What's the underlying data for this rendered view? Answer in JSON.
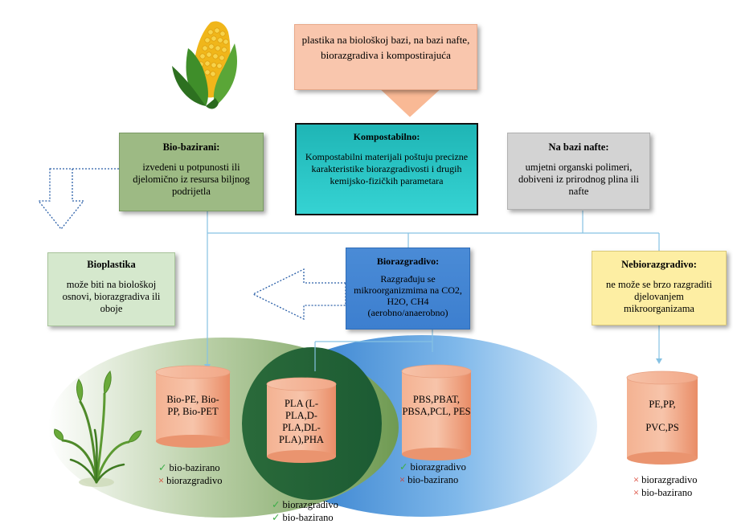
{
  "top_box": {
    "text": "plastika na biološkoj bazi, na bazi nafte, biorazgradiva i kompostirajuća"
  },
  "kompostabilno": {
    "title": "Kompostabilno:",
    "text": "Kompostabilni materijali poštuju precizne karakteristike biorazgradivosti i drugih kemijsko-fizičkih parametara"
  },
  "bio_bazirani": {
    "title": "Bio-bazirani:",
    "text": "izvedeni u potpunosti ili djelomično iz resursa biljnog podrijetla"
  },
  "na_bazi_nafte": {
    "title": "Na bazi nafte:",
    "text": "umjetni organski polimeri, dobiveni iz prirodnog plina ili nafte"
  },
  "bioplastika": {
    "title": "Bioplastika",
    "text": "može biti na biološkoj osnovi, biorazgradiva ili oboje"
  },
  "biorazgradivo": {
    "title": "Biorazgradivo:",
    "text": "Razgrađuju se mikroorganizmima na CO2, H2O, CH4 (aerobno/anaerobno)"
  },
  "nebiorazgradivo": {
    "title": "Nebiorazgradivo:",
    "text": "ne može se brzo razgraditi djelovanjem mikroorganizama"
  },
  "cylinders": {
    "bio": "Bio-PE, Bio-PP, Bio-PET",
    "both": "PLA (L-PLA,D-PLA,DL-PLA),PHA",
    "bioraz": "PBS,PBAT, PBSA,PCL, PES",
    "petro_line1": "PE,PP,",
    "petro_line2": "PVC,PS"
  },
  "legends": {
    "bio": {
      "line1": "bio-bazirano",
      "line2": "biorazgradivo"
    },
    "bioraz": {
      "line1": "biorazgradivo",
      "line2": "bio-bazirano"
    },
    "both": {
      "line1": "biorazgradivo",
      "line2": "bio-bazirano"
    },
    "petro": {
      "line1": "biorazgradivo",
      "line2": "bio-bazirano"
    }
  },
  "symbols": {
    "check": "✓",
    "cross": "×"
  },
  "icons": [
    "corn-icon",
    "plant-icon"
  ],
  "colors": {
    "salmon": "#f9c6ad",
    "green_box": "#9dba84",
    "teal": "#24c3c3",
    "grey": "#d3d3d3",
    "light_green": "#d5e8cd",
    "blue_box": "#4a8bd6",
    "yellow": "#fdeea3",
    "cylinder": "#f0a07a"
  }
}
